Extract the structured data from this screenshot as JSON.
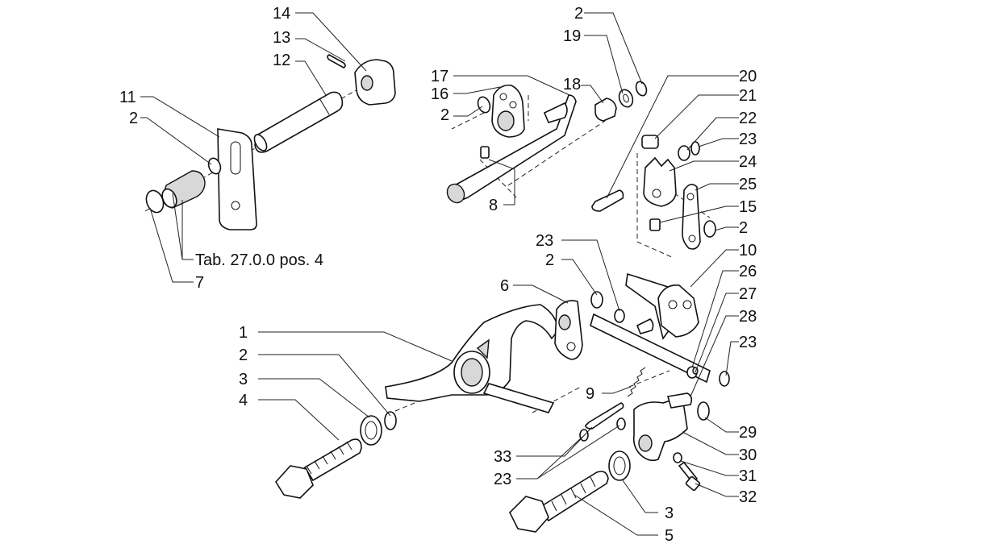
{
  "callouts": [
    {
      "id": "c14",
      "text": "14"
    },
    {
      "id": "c13",
      "text": "13"
    },
    {
      "id": "c12",
      "text": "12"
    },
    {
      "id": "c11",
      "text": "11"
    },
    {
      "id": "c2a",
      "text": "2"
    },
    {
      "id": "ctab",
      "text": "Tab. 27.0.0 pos. 4"
    },
    {
      "id": "c7",
      "text": "7"
    },
    {
      "id": "c17",
      "text": "17"
    },
    {
      "id": "c16",
      "text": "16"
    },
    {
      "id": "c2b",
      "text": "2"
    },
    {
      "id": "c8",
      "text": "8"
    },
    {
      "id": "c18",
      "text": "18"
    },
    {
      "id": "c2c",
      "text": "2"
    },
    {
      "id": "c19",
      "text": "19"
    },
    {
      "id": "c20",
      "text": "20"
    },
    {
      "id": "c21",
      "text": "21"
    },
    {
      "id": "c22",
      "text": "22"
    },
    {
      "id": "c23a",
      "text": "23"
    },
    {
      "id": "c24",
      "text": "24"
    },
    {
      "id": "c25",
      "text": "25"
    },
    {
      "id": "c15",
      "text": "15"
    },
    {
      "id": "c2d",
      "text": "2"
    },
    {
      "id": "c10",
      "text": "10"
    },
    {
      "id": "c26",
      "text": "26"
    },
    {
      "id": "c27",
      "text": "27"
    },
    {
      "id": "c28",
      "text": "28"
    },
    {
      "id": "c23b",
      "text": "23"
    },
    {
      "id": "c23c",
      "text": "23"
    },
    {
      "id": "c2e",
      "text": "2"
    },
    {
      "id": "c6",
      "text": "6"
    },
    {
      "id": "c1",
      "text": "1"
    },
    {
      "id": "c2f",
      "text": "2"
    },
    {
      "id": "c3a",
      "text": "3"
    },
    {
      "id": "c4",
      "text": "4"
    },
    {
      "id": "c9",
      "text": "9"
    },
    {
      "id": "c33",
      "text": "33"
    },
    {
      "id": "c23d",
      "text": "23"
    },
    {
      "id": "c29",
      "text": "29"
    },
    {
      "id": "c30",
      "text": "30"
    },
    {
      "id": "c31",
      "text": "31"
    },
    {
      "id": "c32",
      "text": "32"
    },
    {
      "id": "c3b",
      "text": "3"
    },
    {
      "id": "c5",
      "text": "5"
    }
  ]
}
